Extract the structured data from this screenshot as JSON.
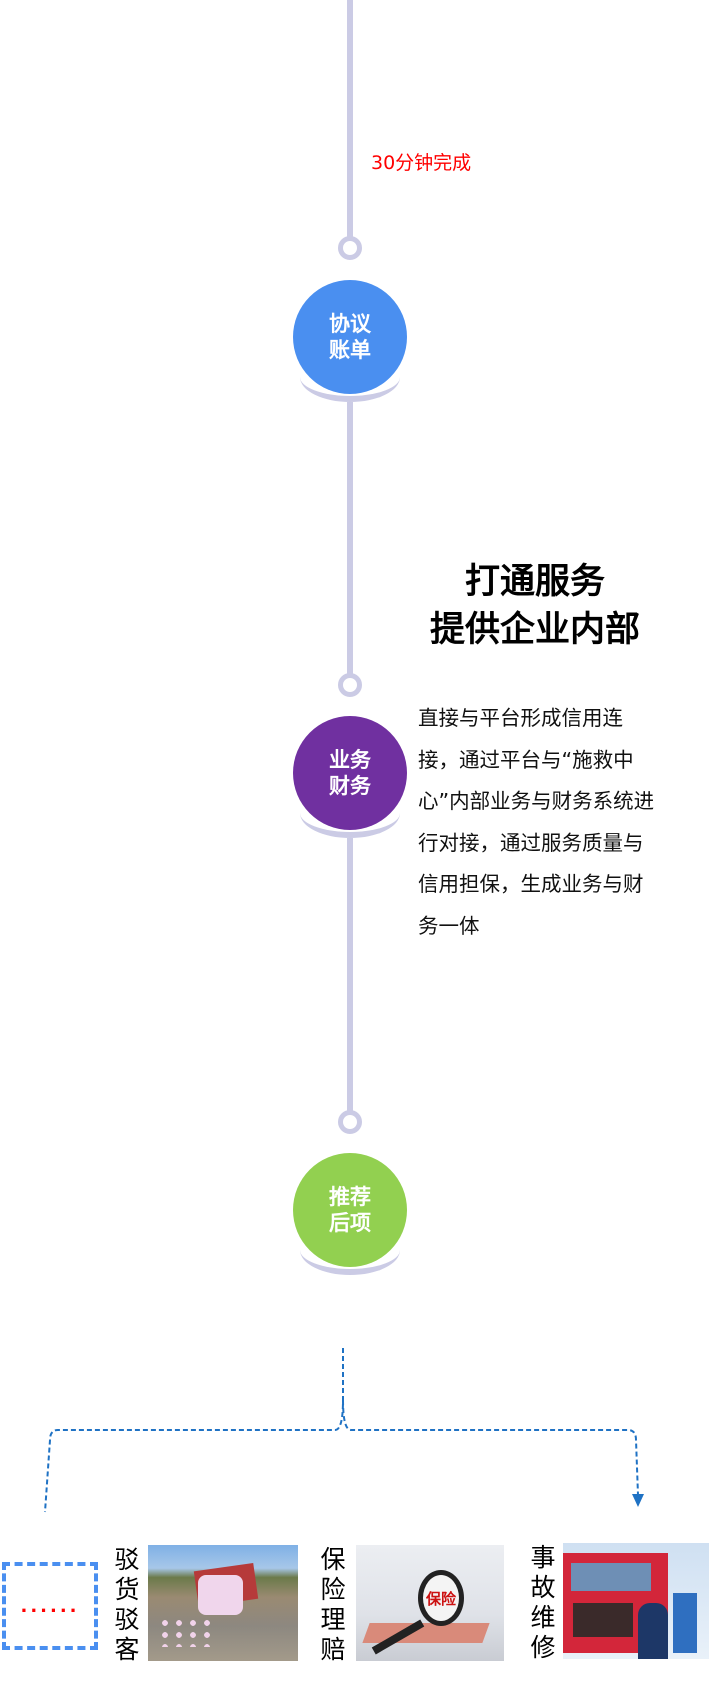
{
  "timeline": {
    "note": "30分钟完成",
    "nodes": [
      {
        "line1": "协议",
        "line2": "账单",
        "color": "#4a8ff0"
      },
      {
        "line1": "业务",
        "line2": "财务",
        "color": "#7030a0"
      },
      {
        "line1": "推荐",
        "line2": "后项",
        "color": "#92d050"
      }
    ],
    "line_color": "#cbcbe5"
  },
  "section": {
    "title_line1": "打通服务",
    "title_line2": "提供企业内部",
    "description": "直接与平台形成信用连接，通过平台与“施救中心”内部业务与财务系统进行对接，通过服务质量与信用担保，生成业务与财务一体"
  },
  "services": [
    {
      "label": "驳货驳客"
    },
    {
      "label": "保险理赔",
      "image_text": "保险"
    },
    {
      "label": "事故维修"
    }
  ],
  "placeholder": {
    "dots": "......"
  }
}
